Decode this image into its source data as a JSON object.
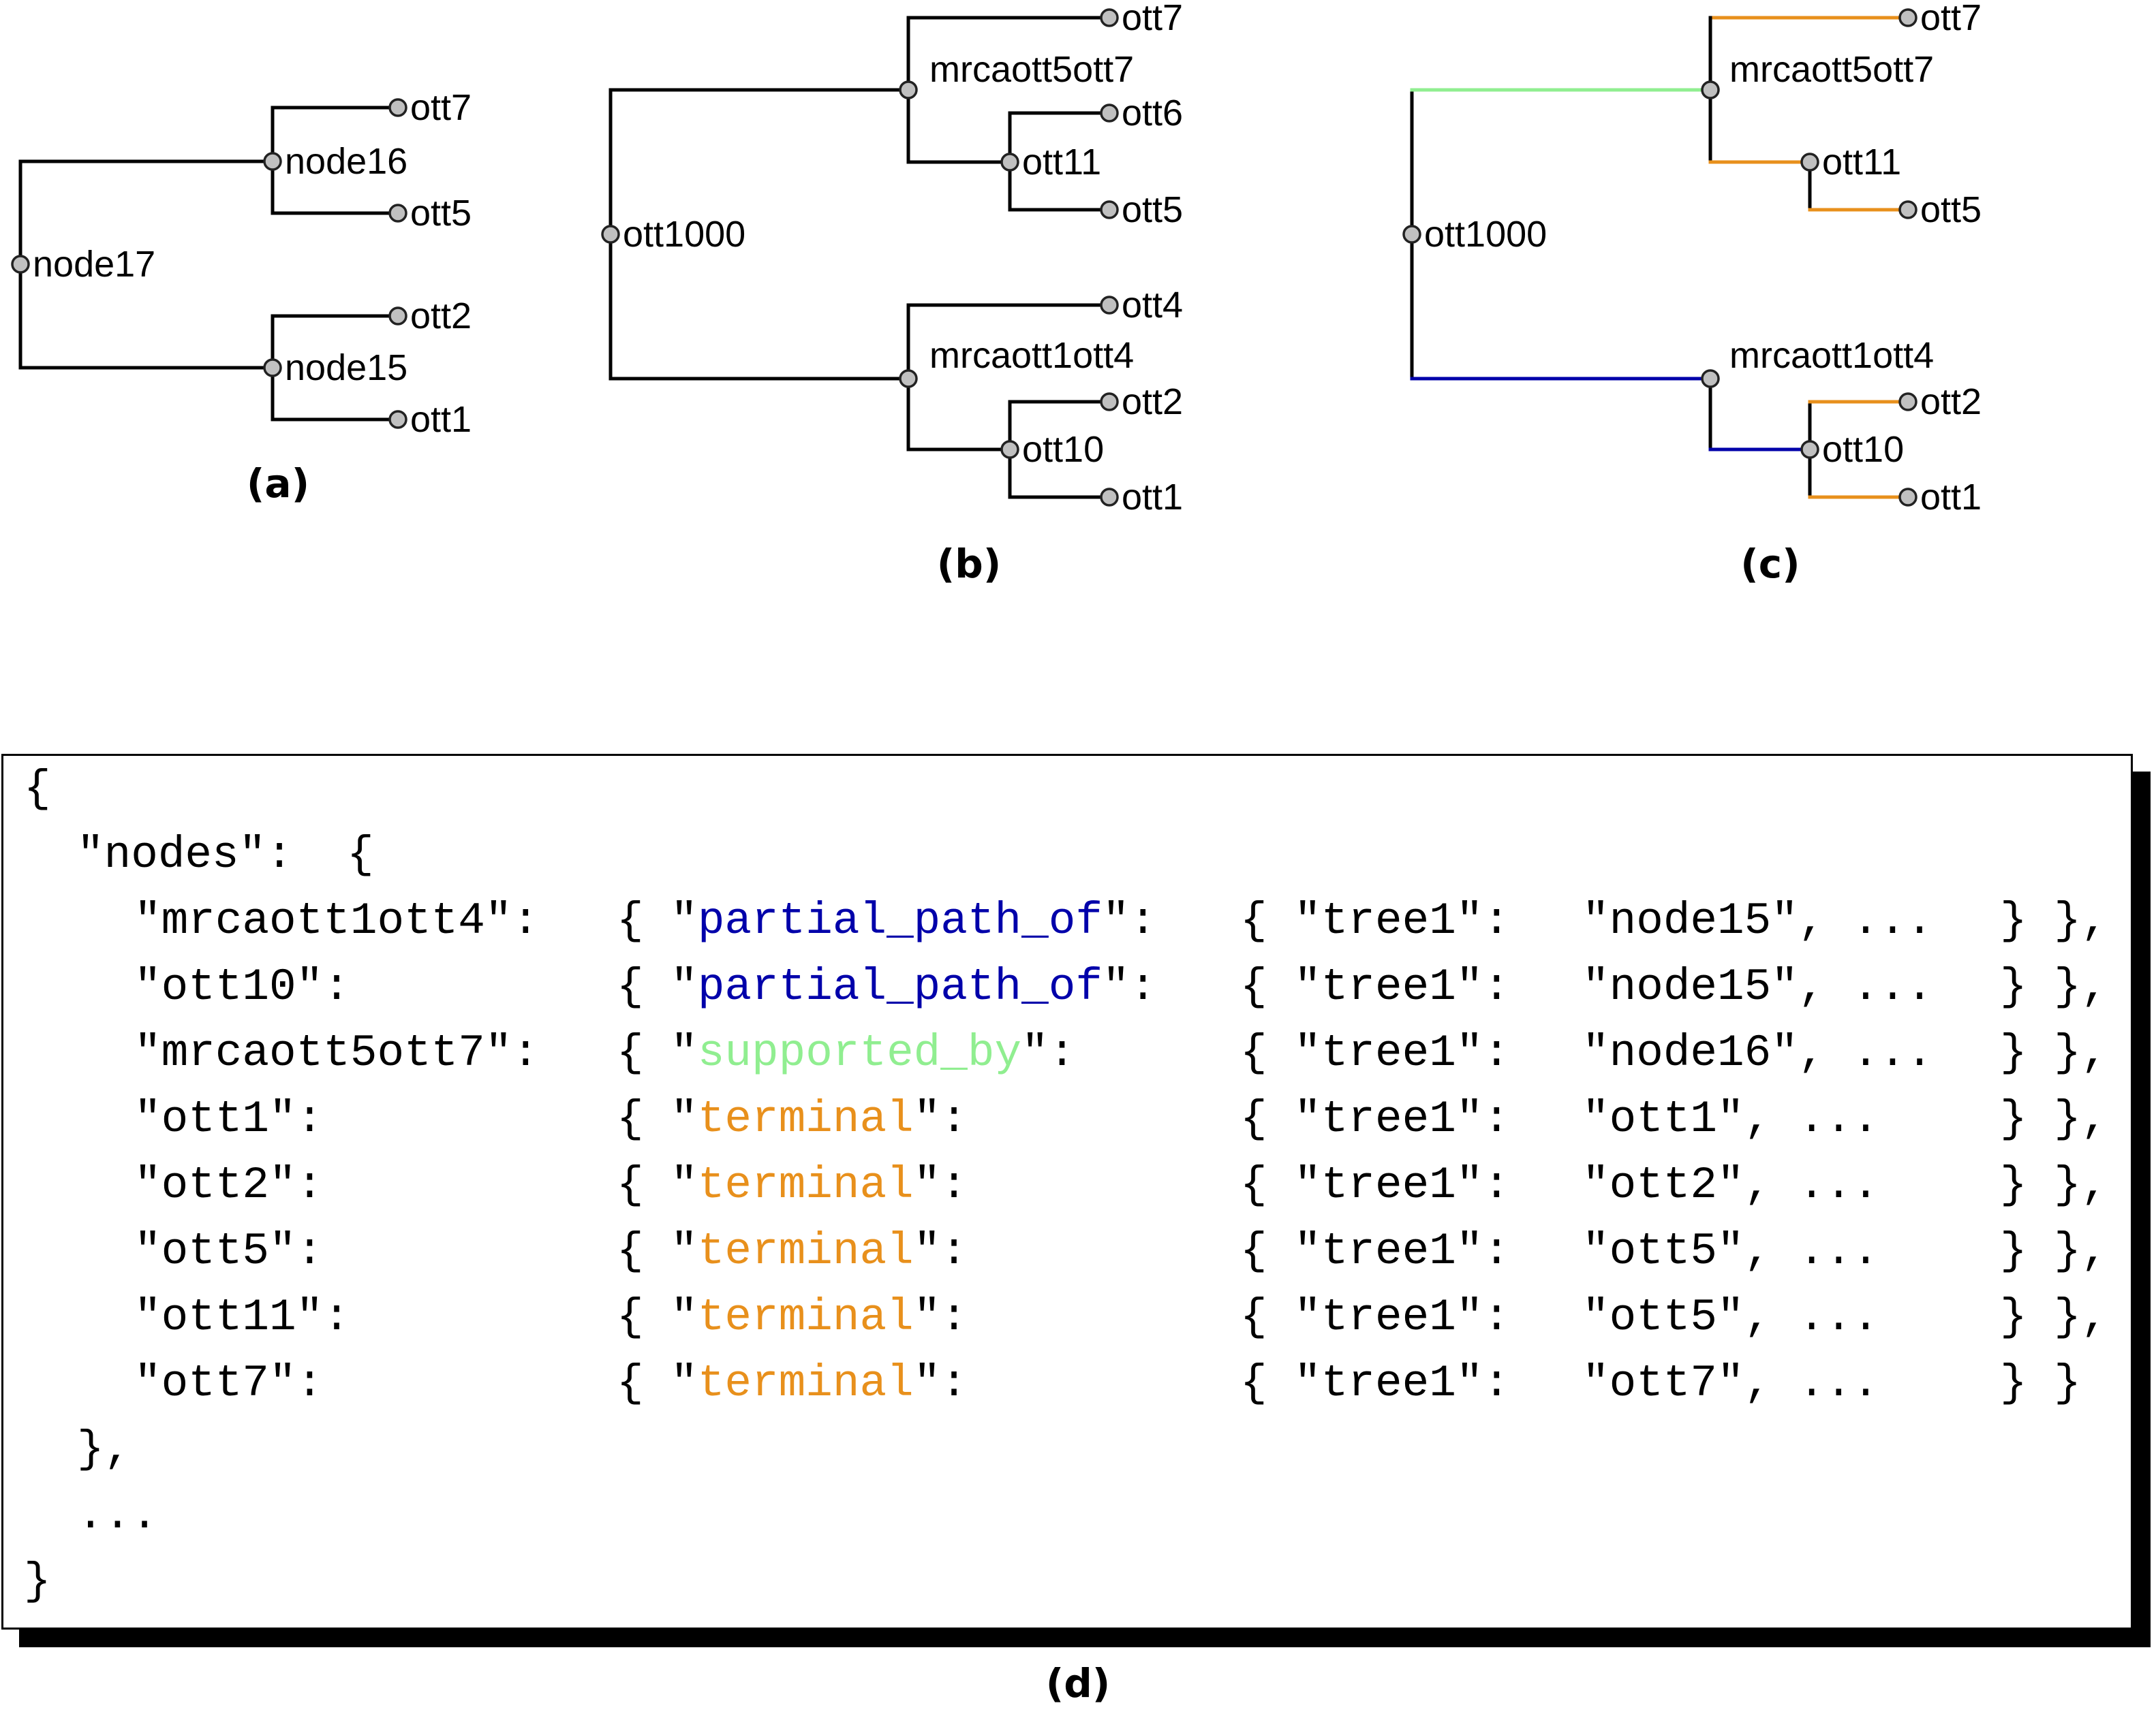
{
  "colors": {
    "black": "#000000",
    "green": "#90ee90",
    "blue": "#0000aa",
    "orange": "#e8901c"
  },
  "tree_a": {
    "caption": "(a)",
    "labels": {
      "node17": "node17",
      "node16": "node16",
      "node15": "node15",
      "ott7": "ott7",
      "ott5": "ott5",
      "ott2": "ott2",
      "ott1": "ott1"
    }
  },
  "tree_b": {
    "caption": "(b)",
    "labels": {
      "ott1000": "ott1000",
      "mrcaott5ott7": "mrcaott5ott7",
      "mrcaott1ott4": "mrcaott1ott4",
      "ott11": "ott11",
      "ott10": "ott10",
      "ott7": "ott7",
      "ott6": "ott6",
      "ott5": "ott5",
      "ott4": "ott4",
      "ott2": "ott2",
      "ott1": "ott1"
    }
  },
  "tree_c": {
    "caption": "(c)",
    "labels": {
      "ott1000": "ott1000",
      "mrcaott5ott7": "mrcaott5ott7",
      "mrcaott1ott4": "mrcaott1ott4",
      "ott11": "ott11",
      "ott10": "ott10",
      "ott7": "ott7",
      "ott5": "ott5",
      "ott2": "ott2",
      "ott1": "ott1"
    }
  },
  "code": {
    "caption": "(d)",
    "open": "{",
    "nodes_open": "\"nodes\":  {",
    "nodes_close": "},",
    "ellipsis": "...",
    "close": "}",
    "rows": [
      {
        "key": "\"mrcaott1ott4\":",
        "q1": "{ \"",
        "prop": "partial_path_of",
        "prop_color": "blue",
        "q2": "\":",
        "tree": "{ \"tree1\":",
        "value": "\"node15\", ...",
        "end": "} },"
      },
      {
        "key": "\"ott10\":",
        "q1": "{ \"",
        "prop": "partial_path_of",
        "prop_color": "blue",
        "q2": "\":",
        "tree": "{ \"tree1\":",
        "value": "\"node15\", ...",
        "end": "} },"
      },
      {
        "key": "\"mrcaott5ott7\":",
        "q1": "{ \"",
        "prop": "supported_by",
        "prop_color": "green",
        "q2": "\":",
        "tree": "{ \"tree1\":",
        "value": "\"node16\", ...",
        "end": "} },"
      },
      {
        "key": "\"ott1\":",
        "q1": "{ \"",
        "prop": "terminal",
        "prop_color": "orange",
        "q2": "\":",
        "tree": "{ \"tree1\":",
        "value": "\"ott1\", ...",
        "end": "} },"
      },
      {
        "key": "\"ott2\":",
        "q1": "{ \"",
        "prop": "terminal",
        "prop_color": "orange",
        "q2": "\":",
        "tree": "{ \"tree1\":",
        "value": "\"ott2\", ...",
        "end": "} },"
      },
      {
        "key": "\"ott5\":",
        "q1": "{ \"",
        "prop": "terminal",
        "prop_color": "orange",
        "q2": "\":",
        "tree": "{ \"tree1\":",
        "value": "\"ott5\", ...",
        "end": "} },"
      },
      {
        "key": "\"ott11\":",
        "q1": "{ \"",
        "prop": "terminal",
        "prop_color": "orange",
        "q2": "\":",
        "tree": "{ \"tree1\":",
        "value": "\"ott5\", ...",
        "end": "} },"
      },
      {
        "key": "\"ott7\":",
        "q1": "{ \"",
        "prop": "terminal",
        "prop_color": "orange",
        "q2": "\":",
        "tree": "{ \"tree1\":",
        "value": "\"ott7\", ...",
        "end": "} }"
      }
    ]
  }
}
